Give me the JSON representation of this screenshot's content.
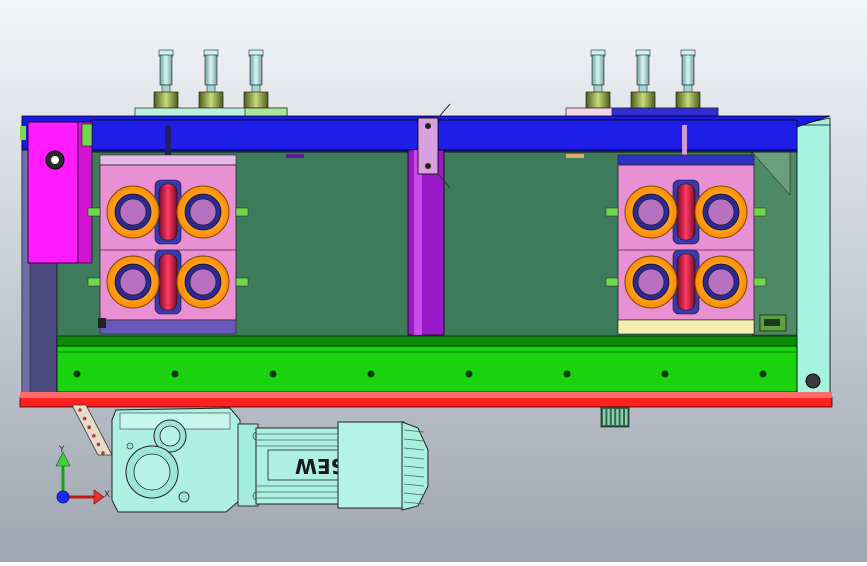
{
  "model": {
    "motor_brand": "SEW",
    "triad_labels": {
      "x": "X",
      "y": "Y"
    }
  },
  "colors": {
    "bg_top": "#f3f5f8",
    "bg_bottom": "#9ea6b1",
    "frame_blue": "#1a1ae6",
    "base_green": "#19d40f",
    "base_dark_green": "#0c8c08",
    "interior_green": "#3e7a5c",
    "mint": "#9ff0dc",
    "magenta": "#ff1aff",
    "purple": "#9b18c9",
    "pink_block": "#e98fd4",
    "roller_orange": "#ff9b1a",
    "roller_red": "#e0204b",
    "red_strip": "#ff2020",
    "slate": "#4a4a7a"
  },
  "icons": {
    "triad": "coordinate-triad-icon"
  }
}
